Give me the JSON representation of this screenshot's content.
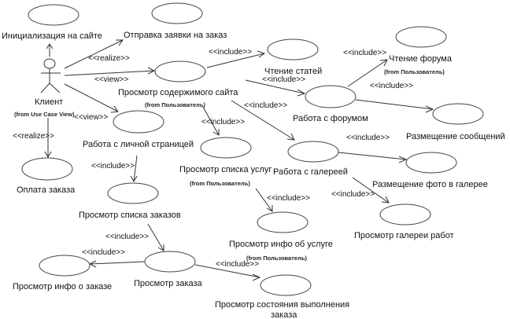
{
  "actor": {
    "name": "Клиент",
    "from": "(from Use Case View)"
  },
  "use_cases": [
    {
      "id": "init",
      "label": "Инициализация на сайте",
      "from": ""
    },
    {
      "id": "send_order",
      "label": "Отправка заявки на заказ",
      "from": ""
    },
    {
      "id": "view_content",
      "label": "Просмотр содержимого сайта",
      "from": "(from Пользователь)"
    },
    {
      "id": "read_articles",
      "label": "Чтение статей",
      "from": ""
    },
    {
      "id": "read_forum",
      "label": "Чтение форума",
      "from": "(from Пользователь)"
    },
    {
      "id": "forum_work",
      "label": "Работа с форумом",
      "from": ""
    },
    {
      "id": "post_messages",
      "label": "Размещение сообщений",
      "from": ""
    },
    {
      "id": "personal_page",
      "label": "Работа с личной страницей",
      "from": ""
    },
    {
      "id": "services_list",
      "label": "Просмотр списка услуг",
      "from": "(from Пользователь)"
    },
    {
      "id": "gallery_work",
      "label": "Работа с галереей",
      "from": ""
    },
    {
      "id": "post_photo",
      "label": "Размещение фото в галерее",
      "from": ""
    },
    {
      "id": "view_gallery",
      "label": "Просмотр галереи работ",
      "from": ""
    },
    {
      "id": "service_info",
      "label": "Просмотр инфо об услуге",
      "from": "(from Пользователь)"
    },
    {
      "id": "pay_order",
      "label": "Оплата заказа",
      "from": ""
    },
    {
      "id": "orders_list",
      "label": "Просмотр списка заказов",
      "from": ""
    },
    {
      "id": "view_order",
      "label": "Просмотр заказа",
      "from": ""
    },
    {
      "id": "order_info",
      "label": "Просмотр инфо о заказе",
      "from": ""
    },
    {
      "id": "order_status",
      "label": "Просмотр состояния выполнения",
      "label2": "заказа",
      "from": ""
    }
  ],
  "relations": [
    {
      "from": "actor",
      "to": "init",
      "stereotype": ""
    },
    {
      "from": "actor",
      "to": "send_order",
      "stereotype": "<<realize>>"
    },
    {
      "from": "actor",
      "to": "view_content",
      "stereotype": "<<view>>"
    },
    {
      "from": "actor",
      "to": "personal_page",
      "stereotype": "<<view>>"
    },
    {
      "from": "actor",
      "to": "pay_order",
      "stereotype": "<<realize>>"
    },
    {
      "from": "view_content",
      "to": "read_articles",
      "stereotype": "<<include>>"
    },
    {
      "from": "view_content",
      "to": "forum_work",
      "stereotype": "<<include>>"
    },
    {
      "from": "view_content",
      "to": "services_list",
      "stereotype": "<<include>>"
    },
    {
      "from": "view_content",
      "to": "gallery_work",
      "stereotype": "<<include>>"
    },
    {
      "from": "forum_work",
      "to": "read_forum",
      "stereotype": "<<include>>"
    },
    {
      "from": "forum_work",
      "to": "post_messages",
      "stereotype": "<<include>>"
    },
    {
      "from": "gallery_work",
      "to": "post_photo",
      "stereotype": "<<include>>"
    },
    {
      "from": "gallery_work",
      "to": "view_gallery",
      "stereotype": "<<include>>"
    },
    {
      "from": "services_list",
      "to": "service_info",
      "stereotype": "<<include>>"
    },
    {
      "from": "personal_page",
      "to": "orders_list",
      "stereotype": "<<include>>"
    },
    {
      "from": "orders_list",
      "to": "view_order",
      "stereotype": "<<include>>"
    },
    {
      "from": "view_order",
      "to": "order_info",
      "stereotype": "<<include>>"
    },
    {
      "from": "view_order",
      "to": "order_status",
      "stereotype": "<<include>>"
    }
  ],
  "stereotypes": {
    "realize": "<<realize>>",
    "view": "<<view>>",
    "include": "<<include>>"
  }
}
